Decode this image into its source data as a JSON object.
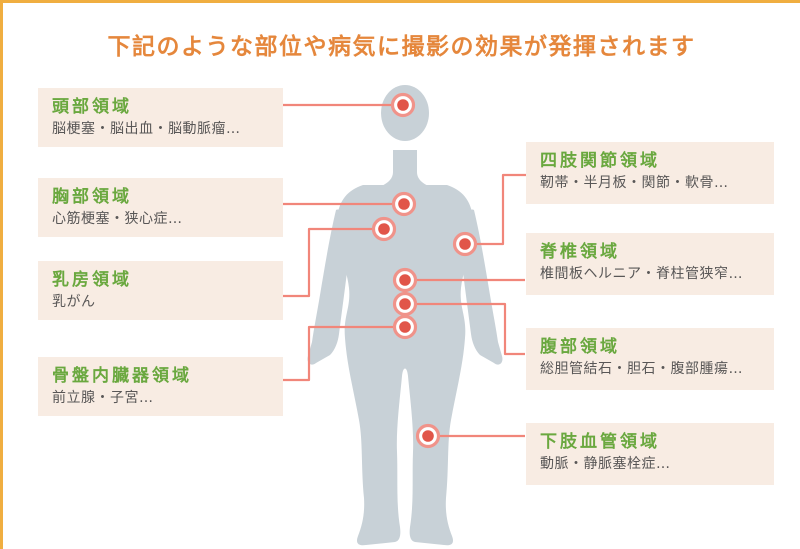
{
  "title": "下記のような部位や病気に撮影の効果が発揮されます",
  "colors": {
    "title_orange": "#e5873c",
    "frame_yellow": "#f0ae40",
    "heading_green": "#6aa83f",
    "body_text_gray": "#595757",
    "box_background": "#f8ece3",
    "body_silhouette": "#c8d1d7",
    "connector_line": "#f1867a",
    "marker_core_red": "#e15549",
    "marker_ring_red": "#f0938a"
  },
  "regions": [
    {
      "id": "head",
      "title": "頭部領域",
      "subtitle": "脳梗塞・脳出血・脳動脈瘤…"
    },
    {
      "id": "chest",
      "title": "胸部領域",
      "subtitle": "心筋梗塞・狭心症…"
    },
    {
      "id": "breast",
      "title": "乳房領域",
      "subtitle": "乳がん"
    },
    {
      "id": "pelvic-organs",
      "title": "骨盤内臓器領域",
      "subtitle": "前立腺・子宮…"
    },
    {
      "id": "limb-joints",
      "title": "四肢関節領域",
      "subtitle": "靭帯・半月板・関節・軟骨…"
    },
    {
      "id": "spine",
      "title": "脊椎領域",
      "subtitle": "椎間板ヘルニア・脊柱管狭窄…"
    },
    {
      "id": "abdomen",
      "title": "腹部領域",
      "subtitle": "総胆管結石・胆石・腹部腫瘍…"
    },
    {
      "id": "lower-limb-vessels",
      "title": "下肢血管領域",
      "subtitle": "動脈・静脈塞栓症…"
    }
  ]
}
